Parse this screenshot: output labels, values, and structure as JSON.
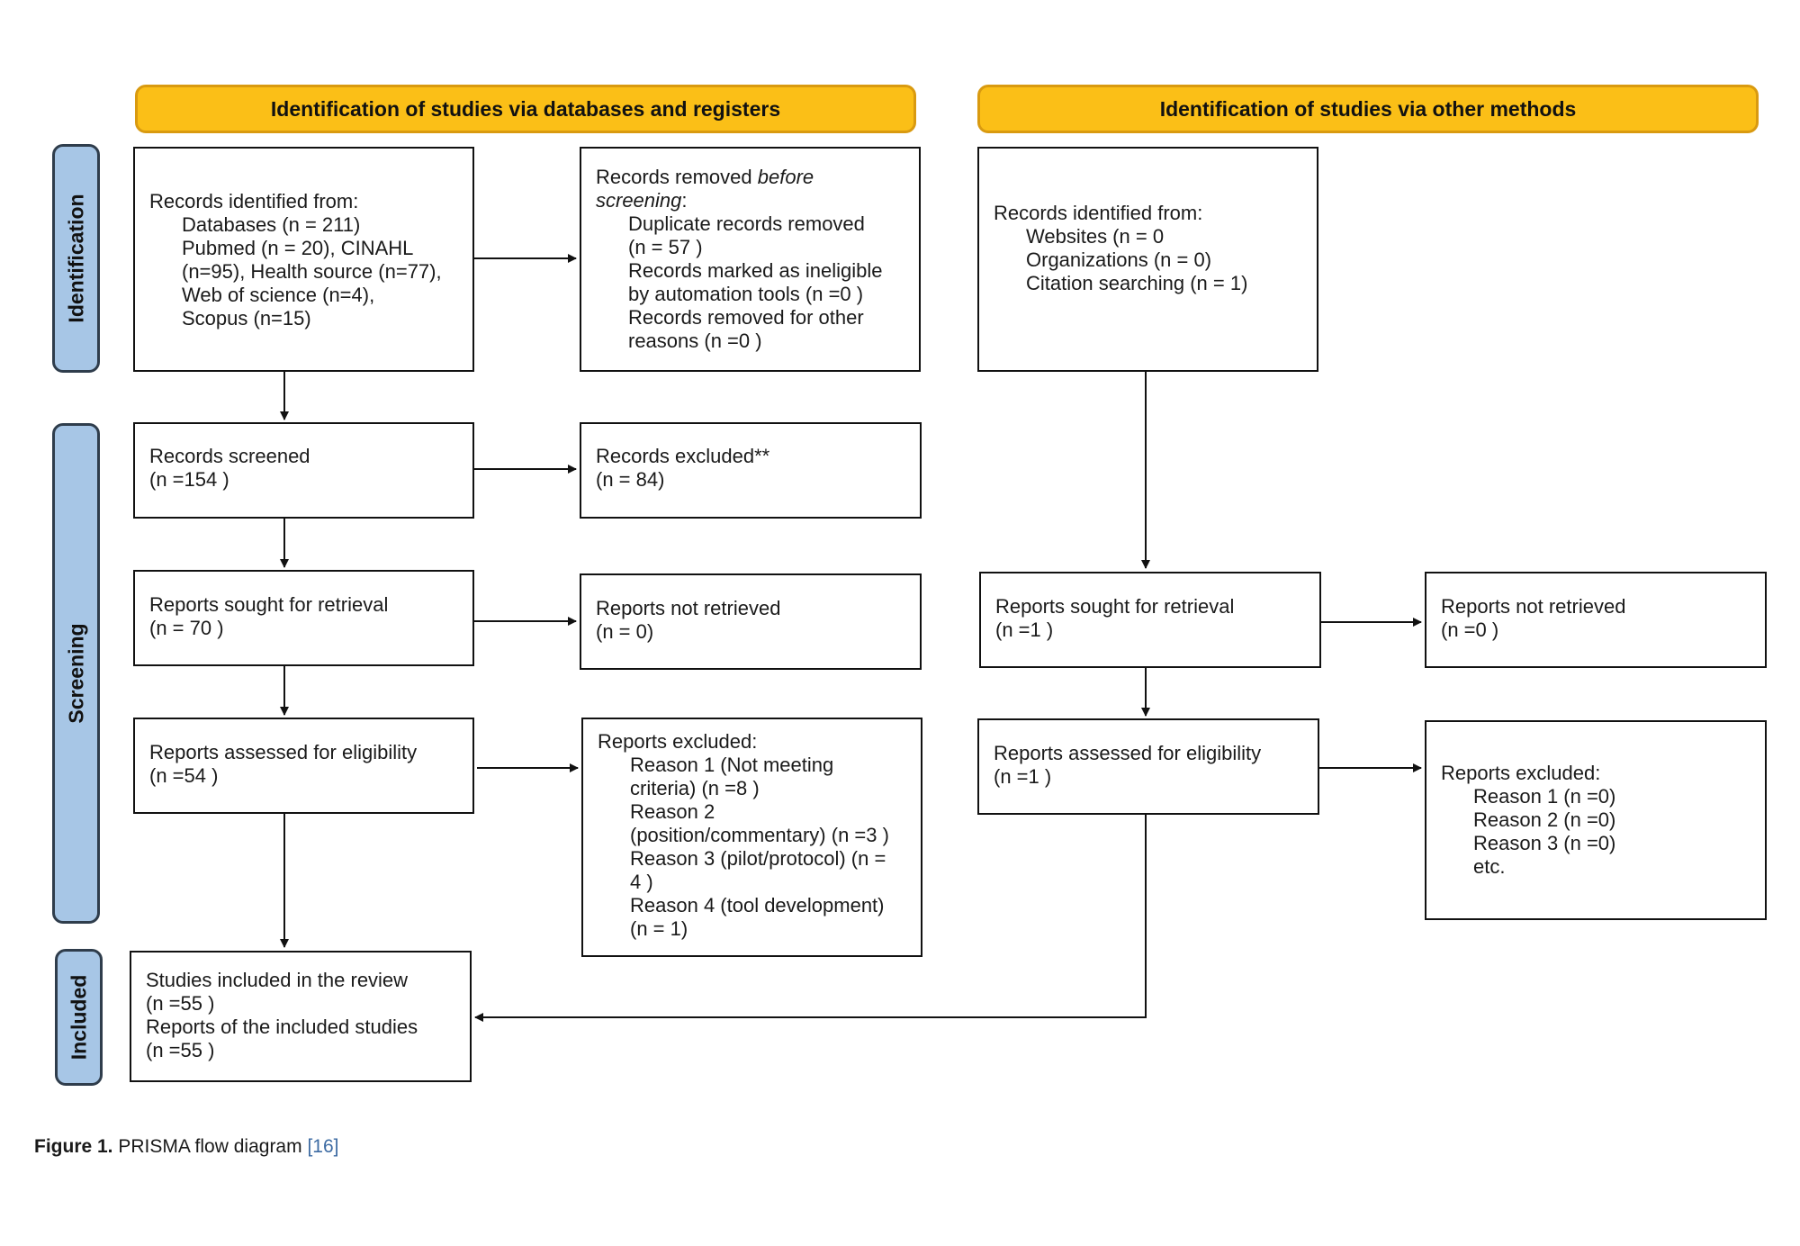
{
  "headers": {
    "databases": "Identification of studies via databases and registers",
    "other": "Identification of studies via other methods"
  },
  "stages": {
    "identification": "Identification",
    "screening": "Screening",
    "included": "Included"
  },
  "boxes": {
    "db_identified": [
      "Records identified from:",
      "Databases (n = 211)",
      "Pubmed (n = 20), CINAHL",
      "(n=95), Health source (n=77),",
      "Web of science (n=4),",
      "Scopus (n=15)"
    ],
    "removed_before": {
      "line1_prefix": "Records removed ",
      "line1_italic": "before",
      "line2_italic": "screening",
      "line2_suffix": ":",
      "lines": [
        "Duplicate records removed",
        "(n = 57 )",
        "Records marked as ineligible",
        "by automation tools (n =0 )",
        "Records removed for other",
        "reasons (n =0 )"
      ]
    },
    "screened": [
      "Records screened",
      "(n =154 )"
    ],
    "excluded": [
      "Records excluded**",
      "(n = 84)"
    ],
    "sought_db": [
      "Reports sought for retrieval",
      "(n = 70 )"
    ],
    "not_retrieved_db": [
      "Reports not retrieved",
      "(n = 0)"
    ],
    "assessed_db": [
      "Reports assessed for eligibility",
      "(n =54 )"
    ],
    "reports_excluded_db": [
      "Reports excluded:",
      "Reason 1 (Not meeting",
      "criteria) (n =8 )",
      "Reason 2",
      "(position/commentary) (n =3 )",
      "Reason 3 (pilot/protocol) (n =",
      "4 )",
      "Reason 4 (tool development)",
      "(n = 1)"
    ],
    "included": [
      "Studies included in the review",
      "(n =55 )",
      "Reports of the included studies",
      "(n =55 )"
    ],
    "other_identified": [
      "Records identified from:",
      "Websites (n = 0",
      "Organizations (n = 0)",
      "Citation searching (n = 1)"
    ],
    "sought_other": [
      "Reports sought for retrieval",
      "(n =1 )"
    ],
    "not_retrieved_other": [
      "Reports not retrieved",
      "(n =0 )"
    ],
    "assessed_other": [
      "Reports assessed for eligibility",
      "(n =1 )"
    ],
    "reports_excluded_other": [
      "Reports excluded:",
      "Reason 1 (n =0)",
      "Reason 2 (n =0)",
      "Reason 3 (n =0)",
      "etc."
    ]
  },
  "caption": {
    "label": "Figure 1.",
    "text": " PRISMA flow diagram ",
    "ref": "[16]"
  },
  "colors": {
    "header_fill": "#fbbf17",
    "stage_fill": "#a7c6e6",
    "line": "#111111"
  }
}
